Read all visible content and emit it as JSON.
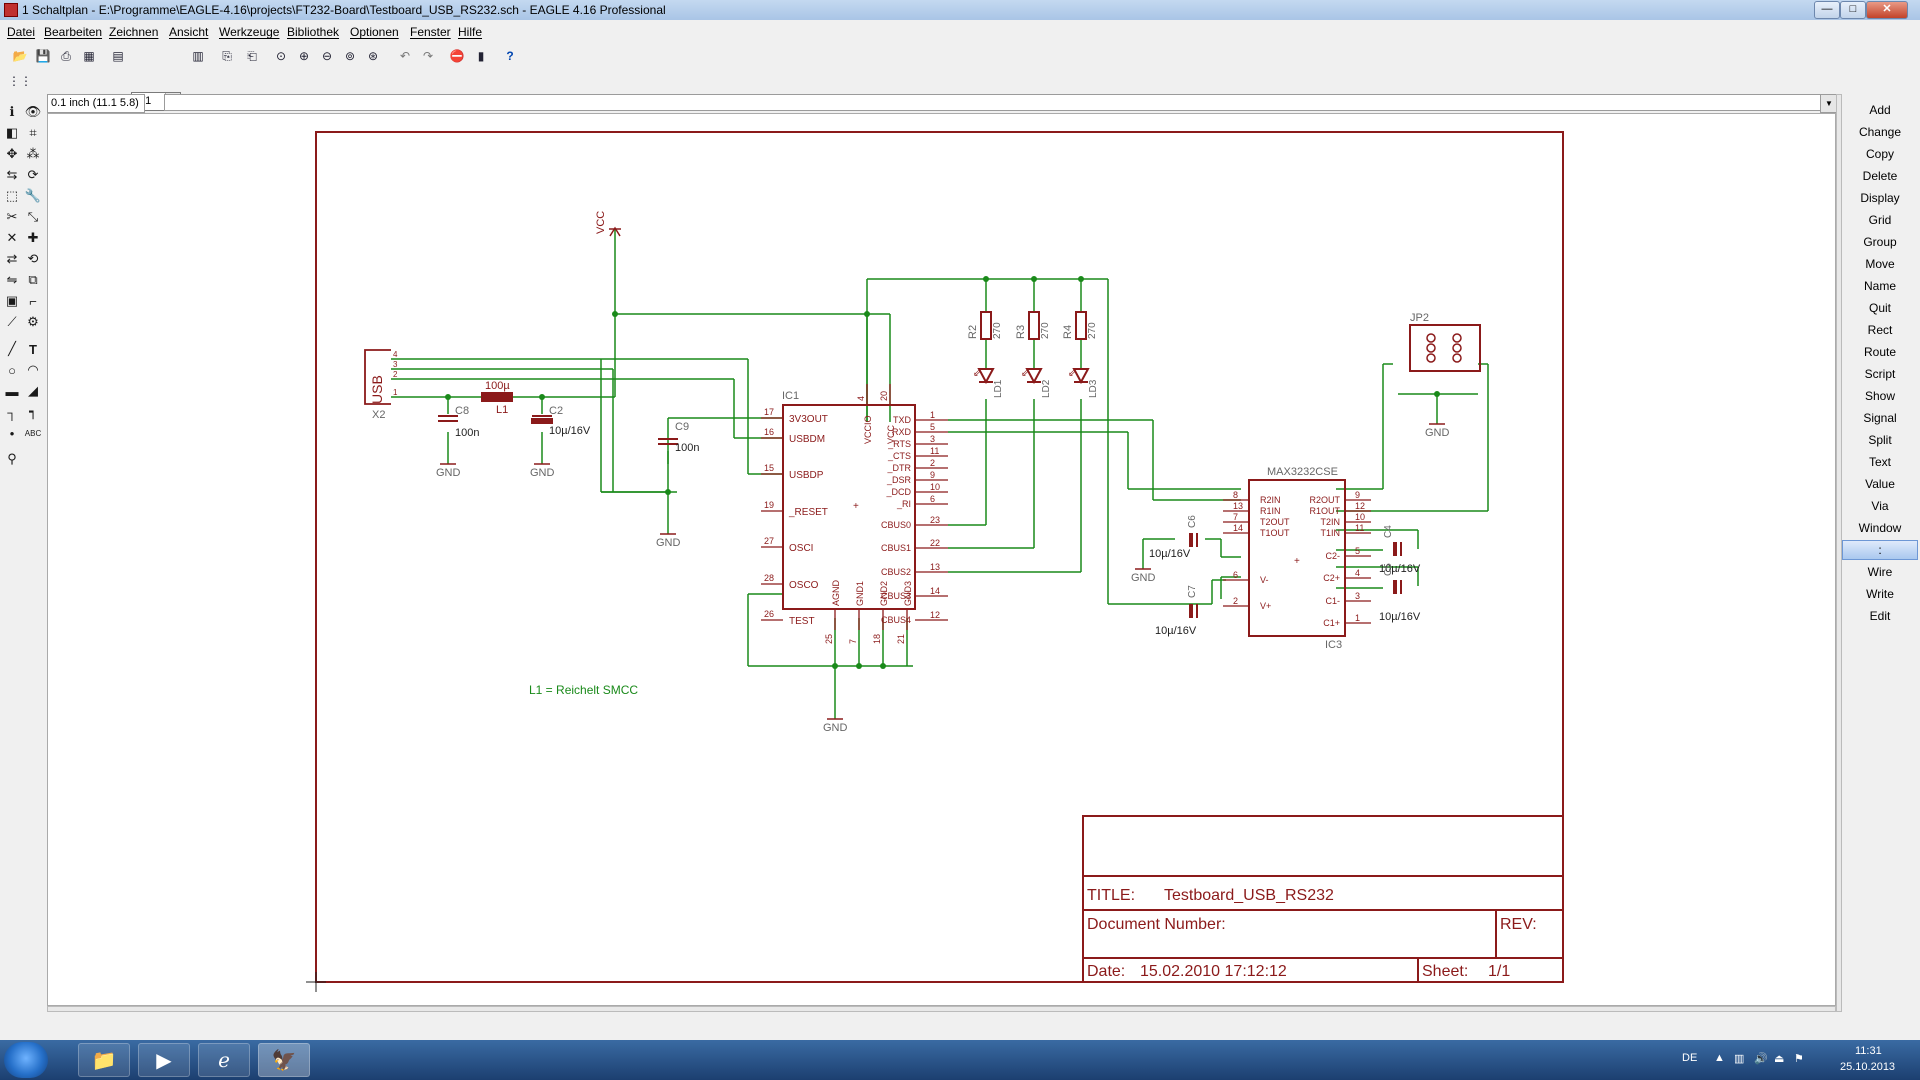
{
  "window": {
    "title": "1 Schaltplan - E:\\Programme\\EAGLE-4.16\\projects\\FT232-Board\\Testboard_USB_RS232.sch - EAGLE 4.16 Professional",
    "buttons": {
      "minimize": "—",
      "maximize": "□",
      "close": "✕"
    }
  },
  "menu": [
    "Datei",
    "Bearbeiten",
    "Zeichnen",
    "Ansicht",
    "Werkzeuge",
    "Bibliothek",
    "Optionen",
    "Fenster",
    "Hilfe"
  ],
  "toolbar": {
    "icons": [
      "open-icon",
      "save-icon",
      "print-icon",
      "cam-icon",
      "sheet-icon",
      "zoom-in-icon",
      "zoom-out-icon",
      "zoom-fit-icon",
      "zoom-select-icon",
      "zoom-redraw-icon",
      "undo-icon",
      "redo-icon",
      "stop-icon",
      "go-icon",
      "help-icon"
    ],
    "sheet_select": "1/1"
  },
  "status": {
    "grid": "0.1 inch (11.1 5.8)",
    "command": ""
  },
  "commands": [
    "Add",
    "Change",
    "Copy",
    "Delete",
    "Display",
    "Grid",
    "Group",
    "Move",
    "Name",
    "Quit",
    "Rect",
    "Route",
    "Script",
    "Show",
    "Signal",
    "Split",
    "Text",
    "Value",
    "Via",
    "Window",
    ":",
    "Wire",
    "Write",
    "Edit"
  ],
  "selected_command": ":",
  "schematic": {
    "note": "L1 = Reichelt SMCC",
    "vcc": "VCC",
    "gnd": "GND",
    "usb": {
      "name": "USB",
      "ref": "X2",
      "pins": [
        "4",
        "3",
        "2",
        "1"
      ]
    },
    "l1": {
      "ref": "L1",
      "value": "100µ"
    },
    "c8": {
      "ref": "C8",
      "value": "100n"
    },
    "c2": {
      "ref": "C2",
      "value": "10µ/16V"
    },
    "c9": {
      "ref": "C9",
      "value": "100n"
    },
    "ic1": {
      "ref": "IC1",
      "left_pins": [
        {
          "num": "17",
          "name": "3V3OUT"
        },
        {
          "num": "16",
          "name": "USBDM"
        },
        {
          "num": "15",
          "name": "USBDP"
        },
        {
          "num": "19",
          "name": "_RESET"
        },
        {
          "num": "27",
          "name": "OSCI"
        },
        {
          "num": "28",
          "name": "OSCO"
        },
        {
          "num": "26",
          "name": "TEST"
        }
      ],
      "right_pins": [
        {
          "num": "1",
          "name": "TXD"
        },
        {
          "num": "5",
          "name": "RXD"
        },
        {
          "num": "3",
          "name": "_RTS"
        },
        {
          "num": "11",
          "name": "_CTS"
        },
        {
          "num": "2",
          "name": "_DTR"
        },
        {
          "num": "9",
          "name": "_DSR"
        },
        {
          "num": "10",
          "name": "_DCD"
        },
        {
          "num": "6",
          "name": "_RI"
        },
        {
          "num": "23",
          "name": "CBUS0"
        },
        {
          "num": "22",
          "name": "CBUS1"
        },
        {
          "num": "13",
          "name": "CBUS2"
        },
        {
          "num": "14",
          "name": "CBUS3"
        },
        {
          "num": "12",
          "name": "CBUS4"
        }
      ],
      "top_pins": [
        {
          "num": "4",
          "name": "VCCIO"
        },
        {
          "num": "20",
          "name": "VCC"
        }
      ],
      "bottom_pins": [
        {
          "num": "25",
          "name": "AGND"
        },
        {
          "num": "7",
          "name": "GND1"
        },
        {
          "num": "18",
          "name": "GND2"
        },
        {
          "num": "21",
          "name": "GND3"
        }
      ]
    },
    "resistors": [
      {
        "ref": "R2",
        "value": "270"
      },
      {
        "ref": "R3",
        "value": "270"
      },
      {
        "ref": "R4",
        "value": "270"
      }
    ],
    "leds": [
      "LD1",
      "LD2",
      "LD3"
    ],
    "jp2": {
      "ref": "JP2"
    },
    "ic3": {
      "ref": "IC3",
      "name": "MAX3232CSE",
      "left_pins": [
        {
          "num": "8",
          "name": "R2IN"
        },
        {
          "num": "13",
          "name": "R1IN"
        },
        {
          "num": "7",
          "name": "T2OUT"
        },
        {
          "num": "14",
          "name": "T1OUT"
        },
        {
          "num": "6",
          "name": "V-"
        },
        {
          "num": "2",
          "name": "V+"
        }
      ],
      "right_pins": [
        {
          "num": "9",
          "name": "R2OUT"
        },
        {
          "num": "12",
          "name": "R1OUT"
        },
        {
          "num": "10",
          "name": "T2IN"
        },
        {
          "num": "11",
          "name": "T1IN"
        },
        {
          "num": "5",
          "name": "C2-"
        },
        {
          "num": "4",
          "name": "C2+"
        },
        {
          "num": "3",
          "name": "C1-"
        },
        {
          "num": "1",
          "name": "C1+"
        }
      ]
    },
    "caps_max": [
      {
        "ref": "C6",
        "value": "10µ/16V"
      },
      {
        "ref": "C7",
        "value": "10µ/16V"
      },
      {
        "ref": "C4",
        "value": "10µ/16V"
      },
      {
        "ref": "C5",
        "value": "10µ/16V"
      }
    ],
    "title_block": {
      "title_label": "TITLE:",
      "title": "Testboard_USB_RS232",
      "doc_label": "Document Number:",
      "rev_label": "REV:",
      "date_label": "Date:",
      "date": "15.02.2010 17:12:12",
      "sheet_label": "Sheet:",
      "sheet": "1/1"
    }
  },
  "taskbar": {
    "apps": [
      "explorer-icon",
      "media-player-icon",
      "internet-explorer-icon",
      "eagle-icon"
    ],
    "lang": "DE",
    "time": "11:31",
    "date": "25.10.2013"
  }
}
